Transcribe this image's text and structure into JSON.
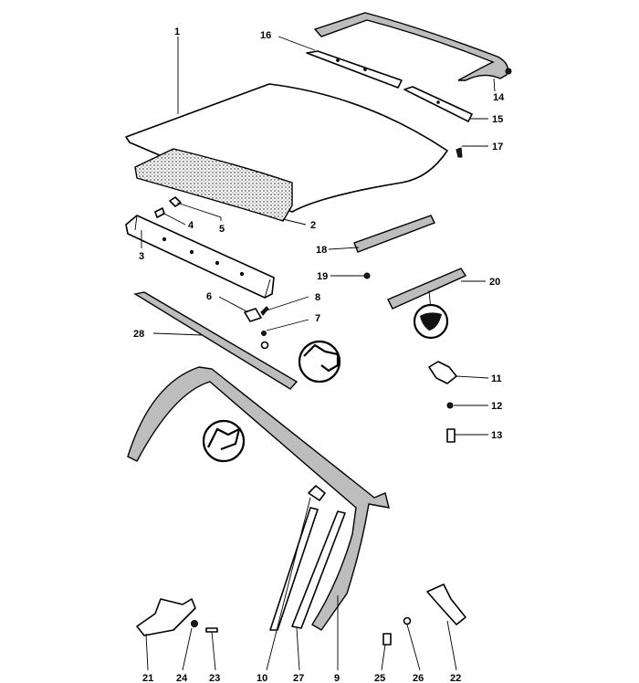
{
  "callouts": {
    "c1": "1",
    "c2": "2",
    "c3": "3",
    "c4": "4",
    "c5": "5",
    "c6": "6",
    "c7": "7",
    "c8": "8",
    "c9": "9",
    "c10": "10",
    "c11": "11",
    "c12": "12",
    "c13": "13",
    "c14": "14",
    "c15": "15",
    "c16": "16",
    "c17": "17",
    "c18": "18",
    "c19": "19",
    "c20": "20",
    "c21": "21",
    "c22": "22",
    "c23": "23",
    "c24": "24",
    "c25": "25",
    "c26": "26",
    "c27": "27",
    "c28": "28"
  },
  "colors": {
    "line": "#000000",
    "background": "#ffffff",
    "shade": "#bdbdbd"
  }
}
